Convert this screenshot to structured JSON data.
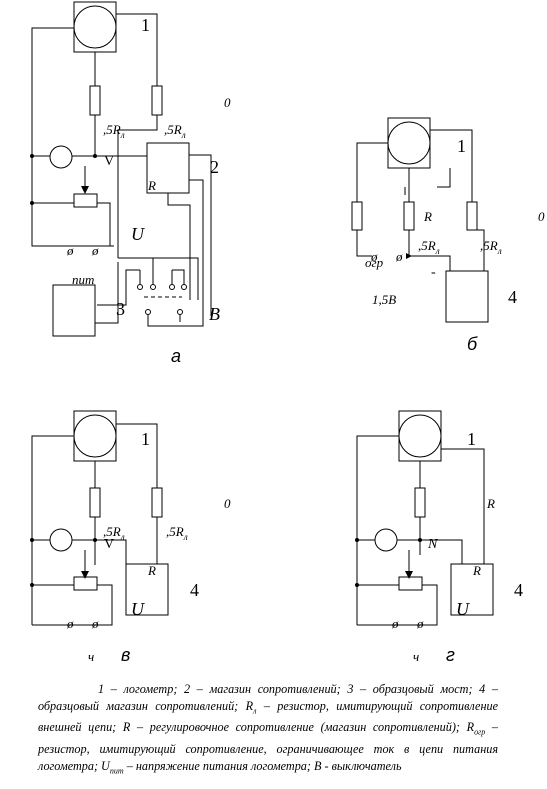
{
  "diagram": {
    "a": {
      "letter": "а",
      "n1": "1",
      "n2": "2",
      "n3": "3",
      "zero": "0",
      "r1": ",5R",
      "r2": ",5R",
      "rsub": "л",
      "v": "V",
      "r": "R",
      "u": "U",
      "pit": "пит",
      "b": "В"
    },
    "b": {
      "letter": "б",
      "n1": "1",
      "n4": "4",
      "r": "R",
      "zero": "0",
      "r1": ",5R",
      "r2": ",5R",
      "rsub": "л",
      "ogr": "огр",
      "minus": "-",
      "volt": "1,5В"
    },
    "v": {
      "letter": "в",
      "n1": "1",
      "n4": "4",
      "zero": "0",
      "r1": ",5R",
      "r2": ",5R",
      "rsub": "л",
      "v": "V",
      "r": "R",
      "u": "U",
      "mark": "ч"
    },
    "g": {
      "letter": "г",
      "n1": "1",
      "n4": "4",
      "rt": "R",
      "n": "N",
      "r": "R",
      "u": "U",
      "mark": "ч"
    }
  },
  "caption": {
    "p1": "1 – логометр; 2 – магазин сопротивлений; 3 – образцовый мост; 4 – образцовый магазин сопротивлений; R",
    "s1": "л",
    "p2": " – резистор, имитирующий сопротивление внешней цепи; R – регулировочное сопротивление (магазин сопротивлений); R",
    "s2": "огр",
    "p3": " – резистор, имитирующий сопротивление, ограничивающее ток в цепи питания логометра; U",
    "s3": "пит",
    "p4": " – напряжение питания логометра; В - выключатель"
  }
}
